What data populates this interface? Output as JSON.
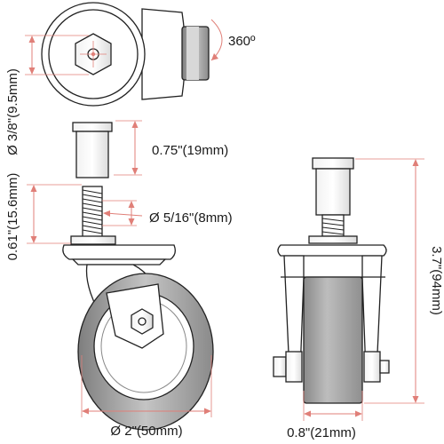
{
  "labels": {
    "shaft_diameter": "Ø 3/8\"(9.5mm)",
    "rotation": "360º",
    "stem_length": "0.75\"(19mm)",
    "thread_diameter": "Ø 5/16\"(8mm)",
    "thread_length": "0.61\"(15.6mm)",
    "total_height": "3.7\"(94mm)",
    "wheel_diameter": "Ø 2\"(50mm)",
    "wheel_width": "0.8\"(21mm)"
  },
  "colors": {
    "outline": "#222222",
    "dimension": "#e07f78",
    "wheel_gray": "#9a9a9a"
  }
}
